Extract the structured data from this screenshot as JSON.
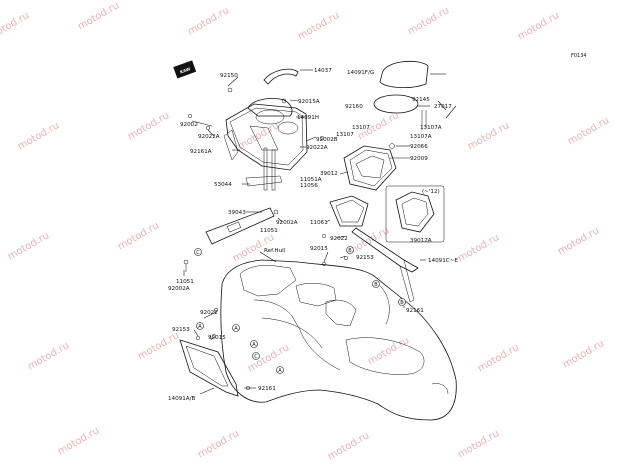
{
  "figure": {
    "code": "F0134",
    "logo": "KAWASAKI",
    "watermark": "motod.ru"
  },
  "labels": {
    "p14037": "14037",
    "p14091fg": "14091F/G",
    "p92150": "92150",
    "p92015a": "92015A",
    "p92160": "92160",
    "p92145": "92145",
    "p27017": "27017",
    "p92002_top": "92002",
    "p92022a_top": "92022A",
    "p14091h": "14091H",
    "p13107_a": "13107",
    "p13107_b": "13107",
    "p13107a_a": "13107A",
    "p13107a_b": "13107A",
    "p92002b": "92002B",
    "p92022a_mid": "92022A",
    "p92066": "92066",
    "p92161a": "92161A",
    "p92009": "92009",
    "p39012": "39012",
    "p11051a": "11051A",
    "p11056": "11056",
    "p53044": "53044",
    "note12": "(~'12)",
    "p39043": "39043",
    "p92002a_mid": "92002A",
    "p11061": "11061",
    "p11051_mid": "11051",
    "p92022_mid": "92022",
    "p39012a": "39012A",
    "p92015_mid": "92015",
    "refhull": "Ref.Hull",
    "p92153_mid": "92153",
    "p14091ce": "14091C~E",
    "p11051_low": "11051",
    "p92002a_low": "92002A",
    "p92161_right": "92161",
    "p92022_low": "92022",
    "p92153_low": "92153",
    "p92015_low": "92015",
    "p92161_low": "92161",
    "p14091ab": "14091A/B"
  },
  "callouts": {
    "A": "A",
    "B": "B",
    "C": "C"
  }
}
